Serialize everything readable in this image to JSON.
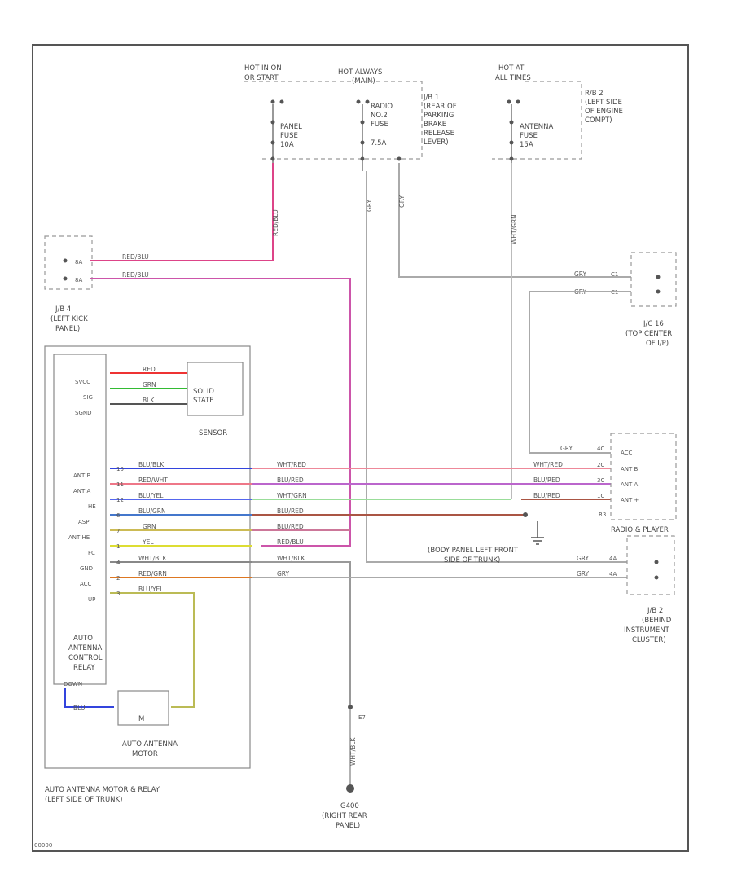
{
  "wire_colors": {
    "red": "#ee3333",
    "green": "#33bb33",
    "black": "#555555",
    "pink": "#dd4488",
    "blue": "#3344dd",
    "purple": "#aa55cc",
    "yellow": "#dddd33",
    "orange": "#dd7722",
    "gray": "#999999",
    "olive": "#bbbb55",
    "brown": "#aa5544"
  },
  "power": {
    "hot_run_on": "HOT IN ON",
    "hot_run_on2": "OR START",
    "hot_all": "HOT ALWAYS",
    "hot_all2": "(MAIN)",
    "hot_at": "HOT AT",
    "hot_at2": "ALL TIMES",
    "fuse1": [
      "PANEL",
      "FUSE",
      "10A"
    ],
    "fuse2": [
      "RADIO",
      "NO.2",
      "FUSE",
      "7.5A"
    ],
    "fuse3": [
      "ANTENNA",
      "FUSE",
      "15A"
    ],
    "jb1": [
      "J/B 1",
      "(REAR OF",
      "PARKING",
      "BRAKE",
      "RELEASE",
      "LEVER)"
    ],
    "rb2": [
      "R/B 2",
      "(LEFT SIDE",
      "OF ENGINE",
      "COMPT)"
    ],
    "fuse1_wire": "RED/BLU",
    "fuse2_wire": "GRY",
    "fuse2b_wire": "GRY",
    "fuse3_wire": "WHT/GRN"
  },
  "jb4": {
    "name": [
      "J/B 4",
      "(LEFT KICK",
      "PANEL)"
    ],
    "w1": "RED/BLU",
    "w2": "RED/BLU",
    "p1": "8A",
    "p2": "8A"
  },
  "jc16": {
    "name": [
      "J/C 16",
      "(TOP CENTER",
      "OF I/P)"
    ],
    "w1": "GRY",
    "w2": "GRY",
    "p1": "C1",
    "p2": "C1"
  },
  "module": {
    "title": [
      "AUTO ANTENNA MOTOR & RELAY",
      "(LEFT SIDE OF TRUNK)"
    ],
    "relay_name": [
      "AUTO",
      "ANTENNA",
      "CONTROL",
      "RELAY"
    ],
    "solid_state": [
      "SOLID",
      "STATE"
    ],
    "sensor": "SENSOR",
    "motor": "AUTO ANTENNA\nMOTOR",
    "motor_name": [
      "AUTO ANTENNA",
      "MOTOR"
    ],
    "motor_symbol": "M",
    "sensor_pins": [
      "SVCC",
      "SIG",
      "SGND"
    ],
    "sensor_wires": [
      "RED",
      "GRN",
      "BLK"
    ],
    "pins": [
      "ANT B",
      "ANT A",
      "HE",
      "ASP",
      "ANT HE",
      "FC",
      "GND",
      "ACC",
      "UP"
    ],
    "pin_nums": [
      "10",
      "11",
      "12",
      "6",
      "7",
      "1",
      "4",
      "2",
      "3"
    ],
    "left_wires": [
      "BLU/BLK",
      "RED/WHT",
      "BLU/YEL",
      "BLU/GRN",
      "GRN",
      "YEL",
      "WHT/BLK",
      "RED/GRN",
      "BLU/YEL"
    ],
    "right_wires": [
      "WHT/RED",
      "BLU/RED",
      "WHT/GRN",
      "BLU/RED",
      "BLU/RED",
      "RED/BLU",
      "WHT/BLK",
      "GRY"
    ],
    "bottom_label": "DOWN",
    "bottom_wire": "BLU"
  },
  "radio": {
    "pins": [
      "ACC",
      "ANT B",
      "ANT A",
      "ANT +"
    ],
    "wire_in": [
      "GRY",
      "WHT/RED",
      "BLU/RED",
      "BLU/RED"
    ],
    "pin_nums": [
      "4C",
      "2C",
      "3C",
      "1C"
    ],
    "name": "RADIO & PLAYER",
    "conn": "R3"
  },
  "ground_point": [
    "(BODY PANEL LEFT FRONT",
    "SIDE OF TRUNK)"
  ],
  "jb2": {
    "name": [
      "J/B 2",
      "(BEHIND",
      "INSTRUMENT",
      "CLUSTER)"
    ],
    "w1": "GRY",
    "w2": "GRY",
    "p1": "4A",
    "p2": "4A"
  },
  "ground": {
    "wire": "WHT/BLK",
    "pin": "E7",
    "name": [
      "G400",
      "(RIGHT REAR",
      "PANEL)"
    ]
  },
  "code": "00000"
}
